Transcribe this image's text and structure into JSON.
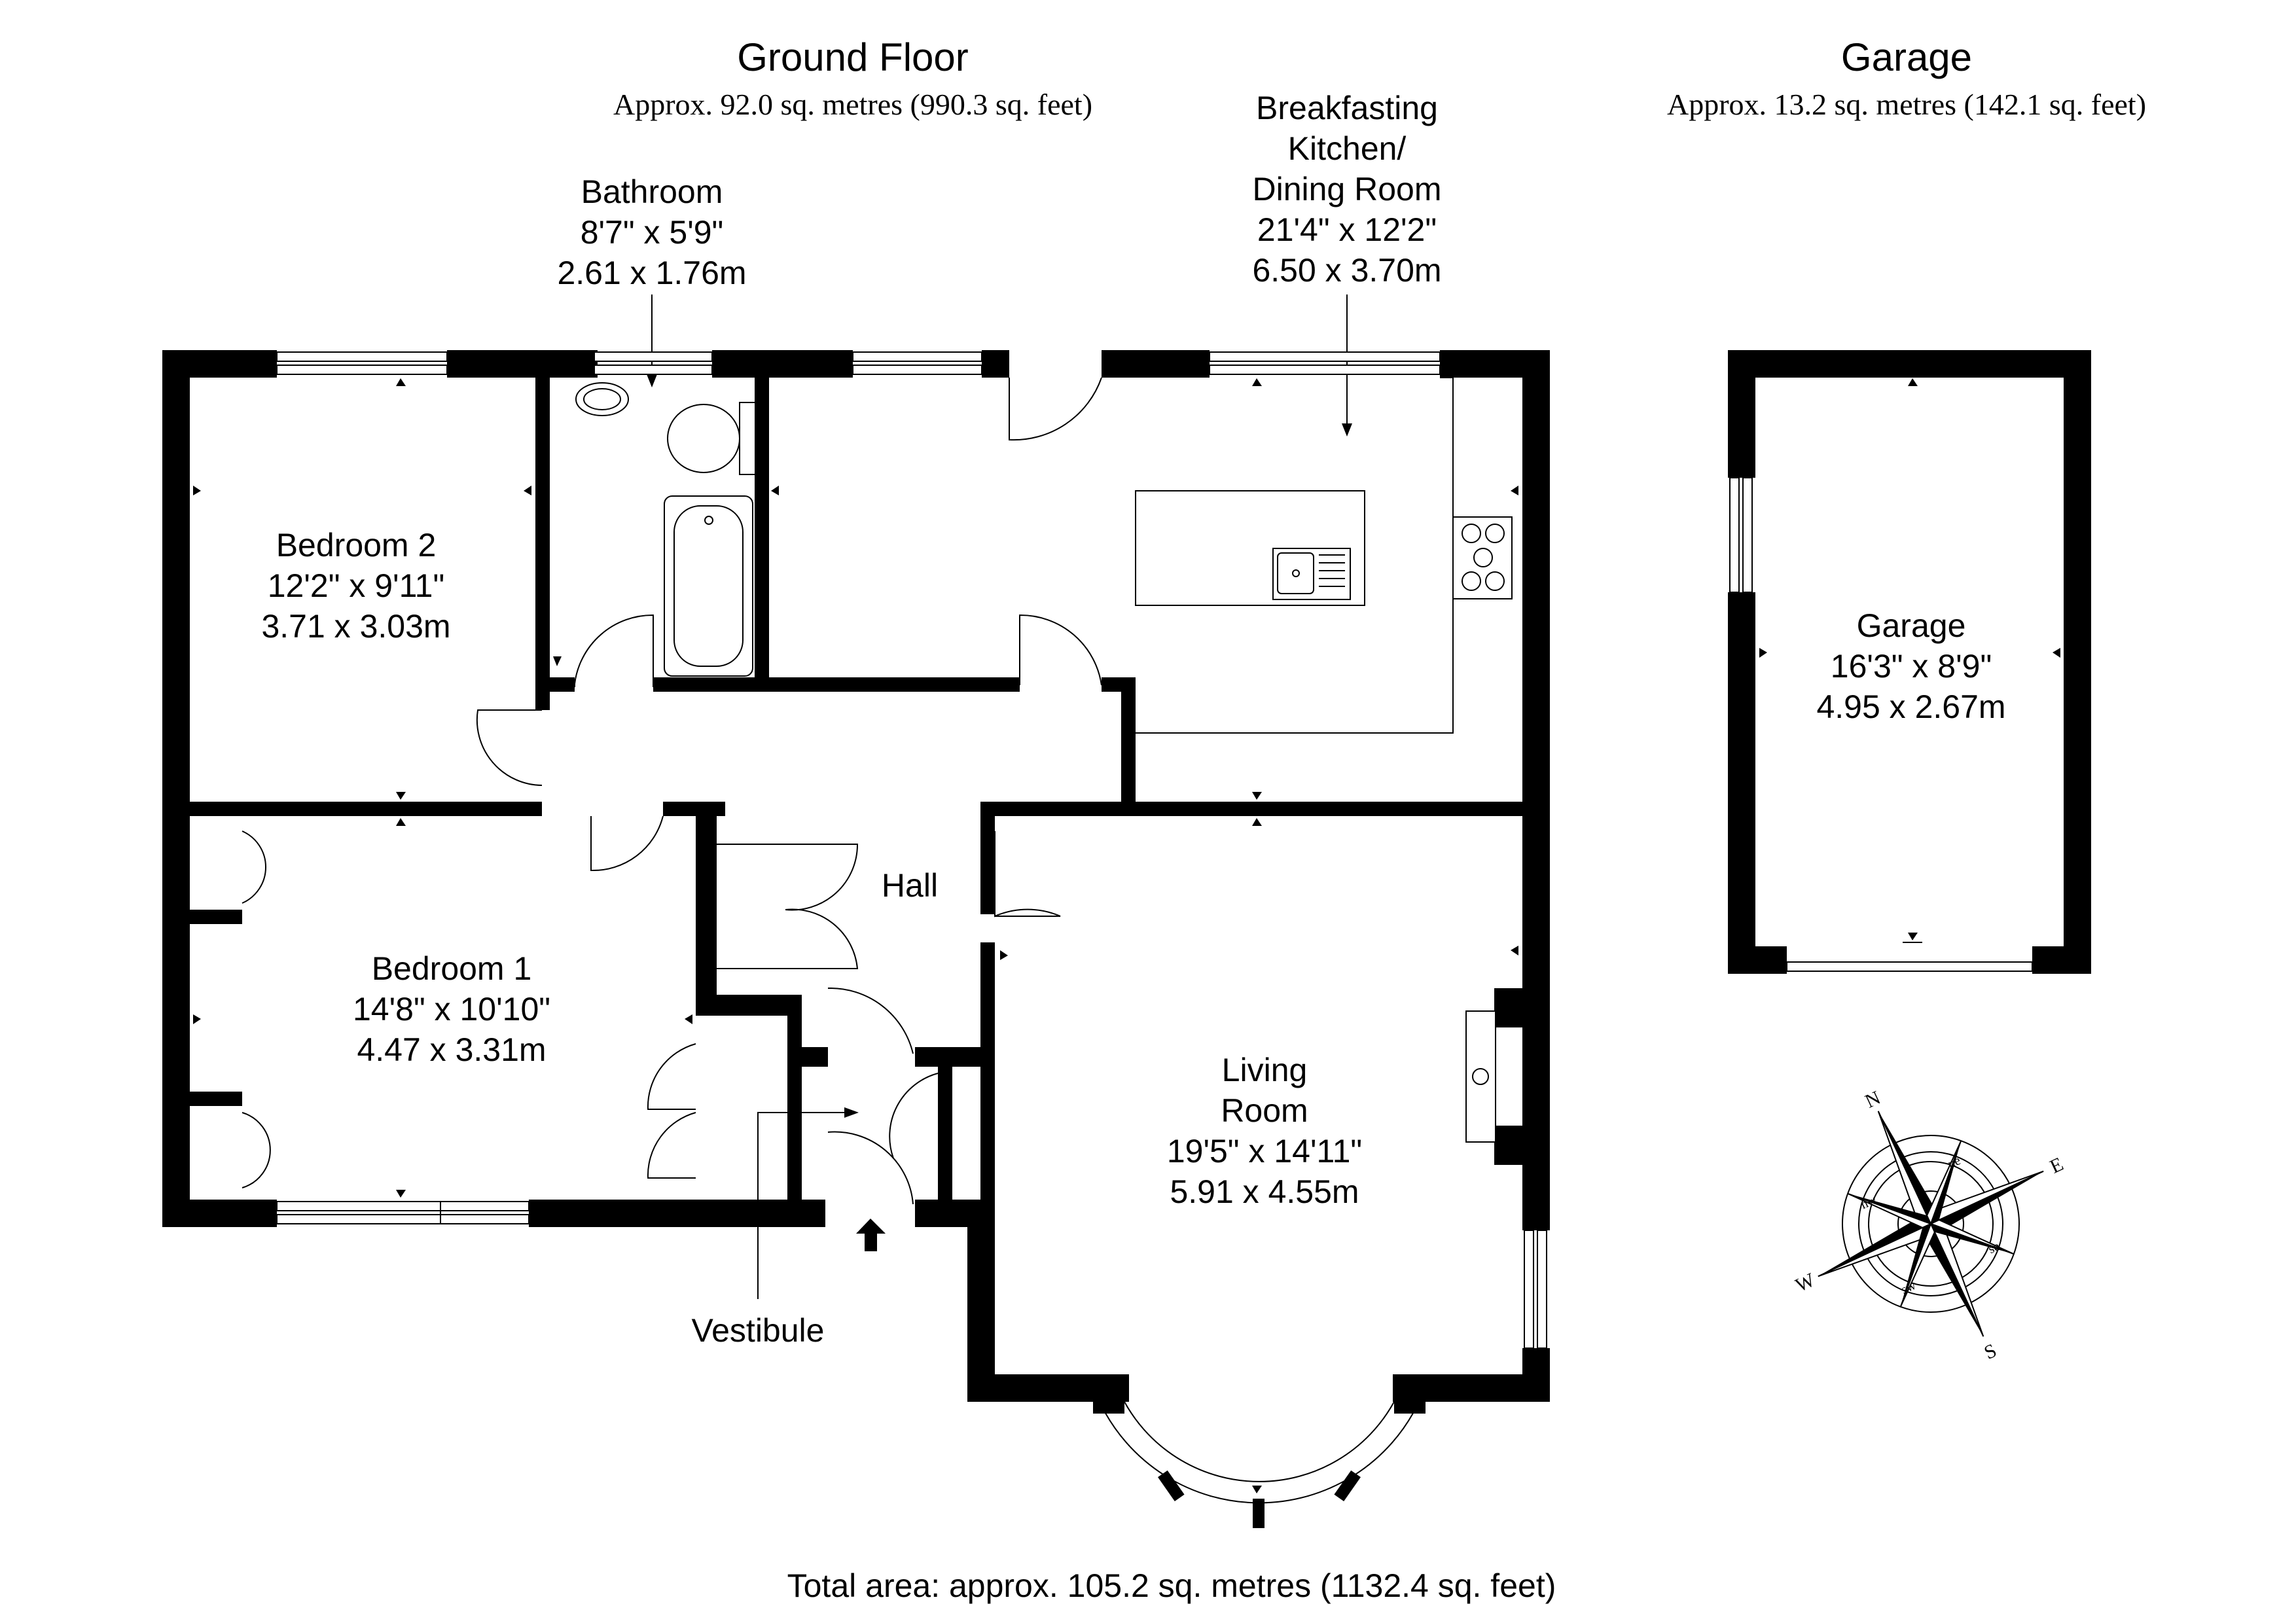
{
  "floors": [
    {
      "title": "Ground Floor",
      "area": "Approx. 92.0 sq. metres (990.3 sq. feet)"
    },
    {
      "title": "Garage",
      "area": "Approx. 13.2 sq. metres (142.1 sq. feet)"
    }
  ],
  "rooms": {
    "bathroom": {
      "name": "Bathroom",
      "imperial": "8'7\" x 5'9\"",
      "metric": "2.61 x 1.76m"
    },
    "kitchen": {
      "name_line1": "Breakfasting",
      "name_line2": "Kitchen/",
      "name_line3": "Dining Room",
      "imperial": "21'4\" x 12'2\"",
      "metric": "6.50 x 3.70m"
    },
    "bedroom2": {
      "name": "Bedroom 2",
      "imperial": "12'2\" x 9'11\"",
      "metric": "3.71 x 3.03m"
    },
    "bedroom1": {
      "name": "Bedroom 1",
      "imperial": "14'8\" x 10'10\"",
      "metric": "4.47 x 3.31m"
    },
    "hall": {
      "name": "Hall"
    },
    "vestibule": {
      "name": "Vestibule"
    },
    "living": {
      "name_line1": "Living",
      "name_line2": "Room",
      "imperial": "19'5\" x 14'11\"",
      "metric": "5.91 x 4.55m"
    },
    "garage": {
      "name": "Garage",
      "imperial": "16'3\" x 8'9\"",
      "metric": "4.95 x 2.67m"
    }
  },
  "compass": {
    "labels": [
      "N",
      "ne",
      "E",
      "se",
      "S",
      "sw",
      "W",
      "nw"
    ]
  },
  "total_area": "Total area: approx. 105.2 sq. metres (1132.4 sq. feet)"
}
